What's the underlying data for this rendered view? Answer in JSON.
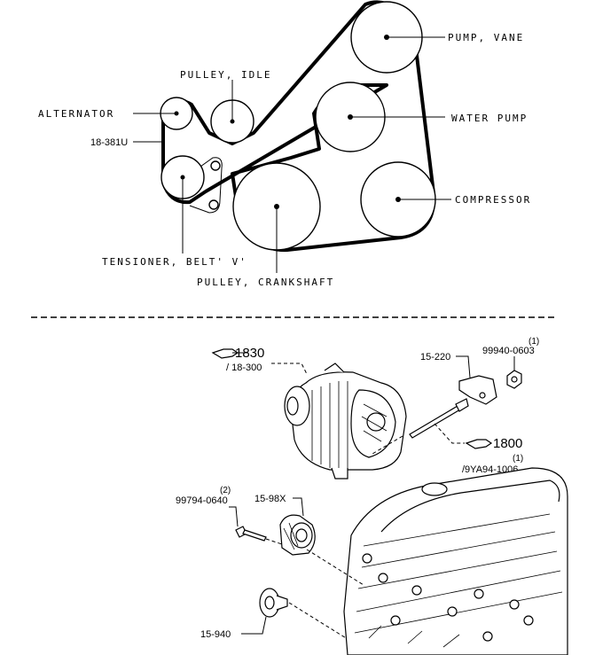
{
  "belt_diagram": {
    "labels": {
      "pump_vane": "PUMP, VANE",
      "pulley_idle": "PULLEY, IDLE",
      "alternator": "ALTERNATOR",
      "alternator_ref": "18-381U",
      "water_pump": "WATER PUMP",
      "compressor": "COMPRESSOR",
      "tensioner": "TENSIONER, BELT' V'",
      "crankshaft": "PULLEY, CRANKSHAFT"
    }
  },
  "parts_diagram": {
    "alt_ref_main": "1830",
    "alt_ref_sub": "/ 18-300",
    "bracket_part": "15-220",
    "nut_part": "99940-0603",
    "nut_qty": "(1)",
    "bolt_ref_main": "1800",
    "bolt_ref_sub": "/9YA94-1006",
    "bolt_qty": "(1)",
    "screw_part": "99794-0640",
    "screw_qty": "(2)",
    "tensioner_part": "15-98X",
    "idler_part": "15-940"
  },
  "icons": [
    "pointing-hand-icon"
  ],
  "colors": {
    "ink": "#000000",
    "paper": "#ffffff"
  }
}
